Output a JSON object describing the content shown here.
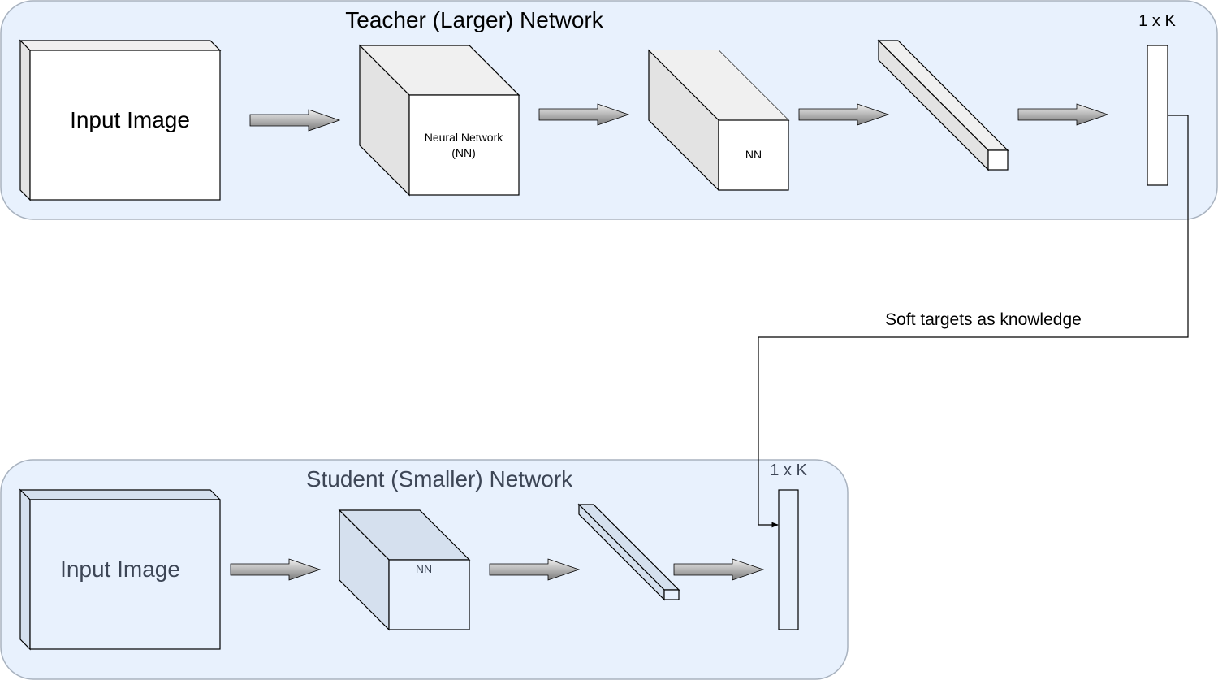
{
  "teacher": {
    "title": "Teacher (Larger) Network",
    "input_label": "Input Image",
    "nn1_label_line1": "Neural Network",
    "nn1_label_line2": "(NN)",
    "nn2_label": "NN",
    "output_label": "1 x K"
  },
  "student": {
    "title": "Student (Smaller) Network",
    "input_label": "Input Image",
    "nn_label": "NN",
    "output_label": "1 x K"
  },
  "connector": {
    "label": "Soft targets as knowledge"
  },
  "colors": {
    "panel_fill": "#e8f1fd",
    "panel_stroke": "#a8b2bf",
    "teacher_text": "#000000",
    "student_text": "#3d4656",
    "teacher_box_face": "#ffffff",
    "teacher_box_top": "#f0f0f0",
    "teacher_box_side": "#e3e3e3",
    "student_box_face": "#e8f1fd",
    "student_box_top": "#d5e0ee",
    "student_box_side": "#d5e0ee",
    "arrow_light": "#f2f2f2",
    "arrow_dark": "#7a7a7a"
  }
}
